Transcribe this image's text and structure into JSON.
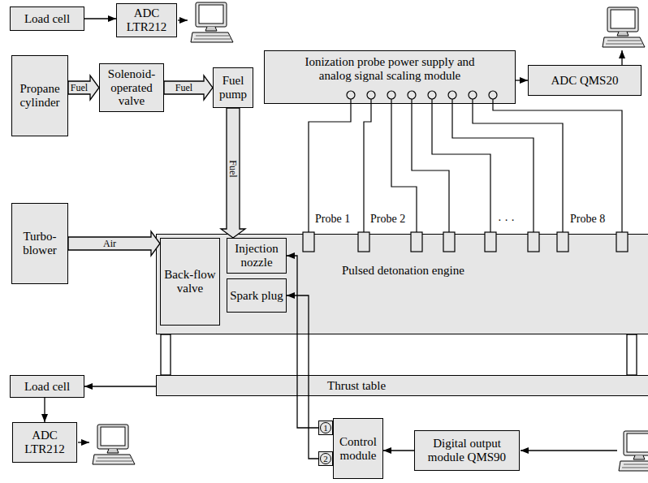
{
  "diagram": {
    "nodes": [
      {
        "text": [
          "Load cell"
        ]
      },
      {
        "text": [
          "ADC LTR212"
        ]
      },
      {
        "text": [
          "Propane cylinder"
        ]
      },
      {
        "text": [
          "Solenoid-operated valve"
        ]
      },
      {
        "text": [
          "Fuel pump"
        ]
      },
      {
        "text": [
          "Ionization probe power supply and analog signal scaling module"
        ]
      },
      {
        "text": [
          "ADC QMS20"
        ]
      },
      {
        "text": [
          "Turbo-blower"
        ]
      },
      {
        "text": [
          "Pulsed detonation engine"
        ]
      },
      {
        "text": [
          "Back-flow valve"
        ],
        "in": 8
      },
      {
        "text": [
          "Injection nozzle"
        ],
        "in": 8
      },
      {
        "text": [
          "Spark plug"
        ],
        "in": 8
      },
      {
        "text": [
          "Thrust table"
        ]
      },
      {
        "text": [
          "Load cell"
        ]
      },
      {
        "text": [
          "ADC LTR212"
        ]
      },
      {
        "text": [
          "Control module"
        ]
      },
      {
        "text": [
          "1"
        ]
      },
      {
        "text": [
          "2"
        ]
      },
      {
        "text": [
          "Digital output module QMS90"
        ]
      }
    ],
    "edges": [
      {
        "from": 0,
        "to": 1,
        "arrow": "to"
      },
      {
        "from": 2,
        "to": 3,
        "label": "Fuel",
        "arrow": "to"
      },
      {
        "from": 3,
        "to": 4,
        "label": "Fuel",
        "arrow": "to"
      },
      {
        "from": 4,
        "to": 10,
        "label": "Fuel",
        "arrow": "to"
      },
      {
        "from": 7,
        "to": 9,
        "label": "Air",
        "arrow": "to"
      },
      {
        "from": 5,
        "to": 6,
        "arrow": "to"
      },
      {
        "from": 12,
        "to": 13,
        "arrow": "to"
      },
      {
        "from": 13,
        "to": 14,
        "arrow": "to"
      },
      {
        "from": 16,
        "to": 10,
        "arrow": "to"
      },
      {
        "from": 17,
        "to": 11,
        "arrow": "to"
      },
      {
        "from": 18,
        "to": 15,
        "arrow": "to"
      }
    ],
    "labels": [
      "Probe 1",
      "Probe 2",
      "· · ·",
      "Probe 8"
    ]
  }
}
